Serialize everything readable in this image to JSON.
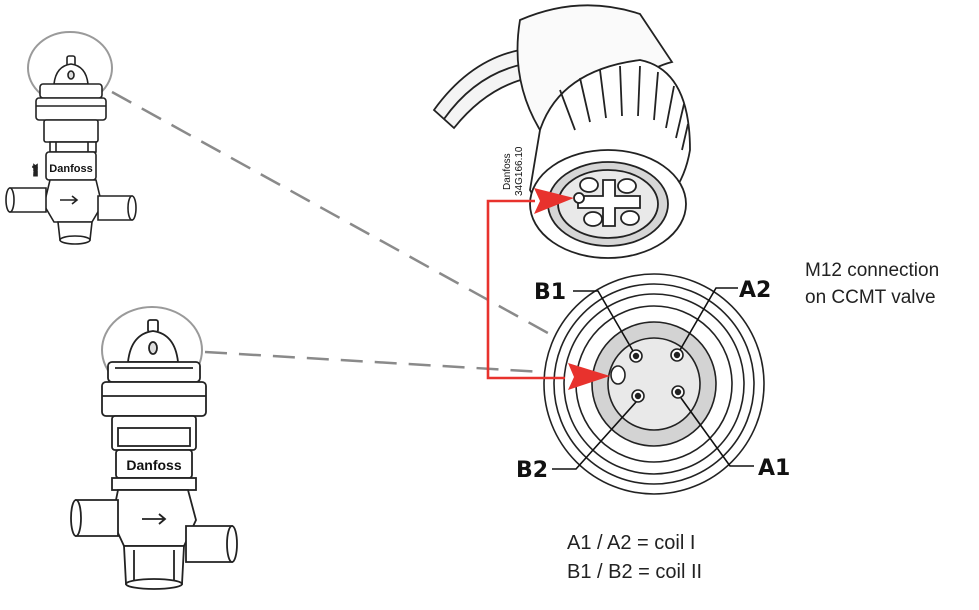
{
  "connector": {
    "brand": "Danfoss",
    "part_number": "34G166.10"
  },
  "valves": {
    "brand_small": "Danfoss",
    "brand_large": "Danfoss"
  },
  "pins": {
    "b1": "B1",
    "a2": "A2",
    "b2": "B2",
    "a1": "A1"
  },
  "caption": {
    "line1": "M12 connection",
    "line2": "on CCMT valve"
  },
  "legend": {
    "coil1": "A1 / A2 = coil I",
    "coil2": "B1 / B2 = coil II"
  },
  "colors": {
    "arrow": "#e8322d",
    "leader": "#888888",
    "highlight_ring": "#9a9a9a"
  }
}
